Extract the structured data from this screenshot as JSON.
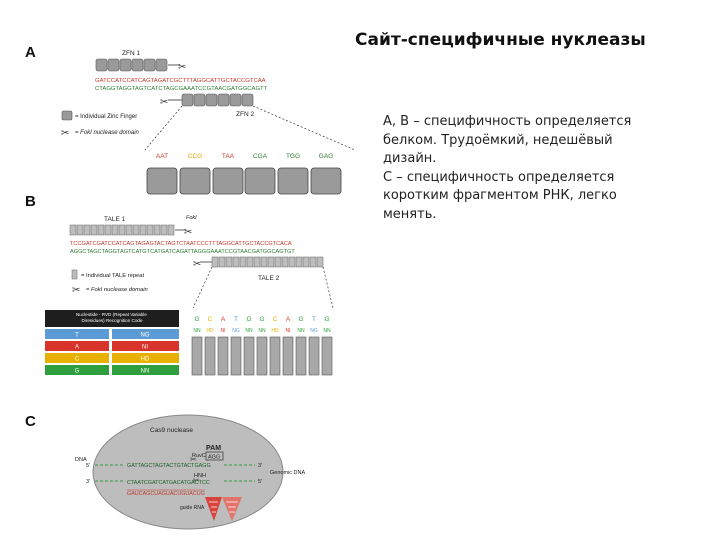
{
  "title": "Сайт-специфичные нуклеазы",
  "description": [
    "А, В – специфичность определяется",
    "белком. Трудоёмкий, недешёвый",
    "дизайн.",
    "С – специфичность определяется",
    "коротким фрагментом РНК, легко",
    "менять."
  ],
  "panelA": {
    "letter": "A",
    "zfn1": "ZFN 1",
    "zfn2": "ZFN 2",
    "seq_top": "GATCCATCCATCAGTAGATCGCTTTAGGCATTGCTACCGTCAA",
    "seq_bottom": "CTAGGTAGGTAGTCATCTAGCGAAATCCGTAACGATGGCAGTT",
    "legend_finger": "= Individual Zinc Finger",
    "legend_foki": "= FokI nuclease domain",
    "triplets": [
      "AAT",
      "CCG",
      "TAA",
      "CGA",
      "TGG",
      "GAG"
    ]
  },
  "panelB": {
    "letter": "B",
    "tale1": "TALE 1",
    "tale2": "TALE 2",
    "foki": "FokI",
    "seq_top": "TCCGATCGATCCATCAGTAGAGTACTAGTCTAATCCCTTTAGGCATTGCTACCGTCACA",
    "seq_bottom": "AGGCTAGCTAGGTAGTCATGTCATGATCAGATTAGGGAAATCCGTAACGATGGCAGTGT",
    "legend_repeat": "= Individual TALE repeat",
    "legend_foki": "= FokI nuclease domain",
    "code_header": "Nucleotide - RVD (Repeat Variable Diresidues) Recognition Code",
    "code_rows": [
      {
        "nt": "T",
        "rvd": "NG"
      },
      {
        "nt": "A",
        "rvd": "NI"
      },
      {
        "nt": "C",
        "rvd": "HD"
      },
      {
        "nt": "G",
        "rvd": "NN"
      }
    ],
    "bases": [
      "G",
      "C",
      "A",
      "T",
      "G",
      "G",
      "C",
      "A",
      "G",
      "T",
      "G"
    ],
    "rvds": [
      "NN",
      "HD",
      "NI",
      "NG",
      "NN",
      "NN",
      "HD",
      "NI",
      "NN",
      "NG",
      "NN"
    ]
  },
  "panelC": {
    "letter": "C",
    "cas9": "Cas9 nuclease",
    "pam": "PAM",
    "pam_seq": "AGG",
    "ruvc": "RuvC",
    "hnh": "HNH",
    "dna": "DNA",
    "five_l": "5'",
    "three_l": "3'",
    "three_r": "3'",
    "five_r": "5'",
    "genomic": "Genomic DNA",
    "seq_top": "GATTAGCTAGTACTGTACTGAGG",
    "seq_bottom": "CTAATCGATCATGACATGACTCC",
    "guide_seq": "GAUCAGCUAGUACUGUACUG",
    "guide_label": "guide RNA"
  },
  "colors": {
    "T": "#5b9bd5",
    "A": "#d9342b",
    "C": "#e8b000",
    "G": "#2e9e3e",
    "block": "#9a9a9a",
    "cell": "#bdbdbd",
    "guide": "#d9342b",
    "cell_outline": "#777777"
  }
}
